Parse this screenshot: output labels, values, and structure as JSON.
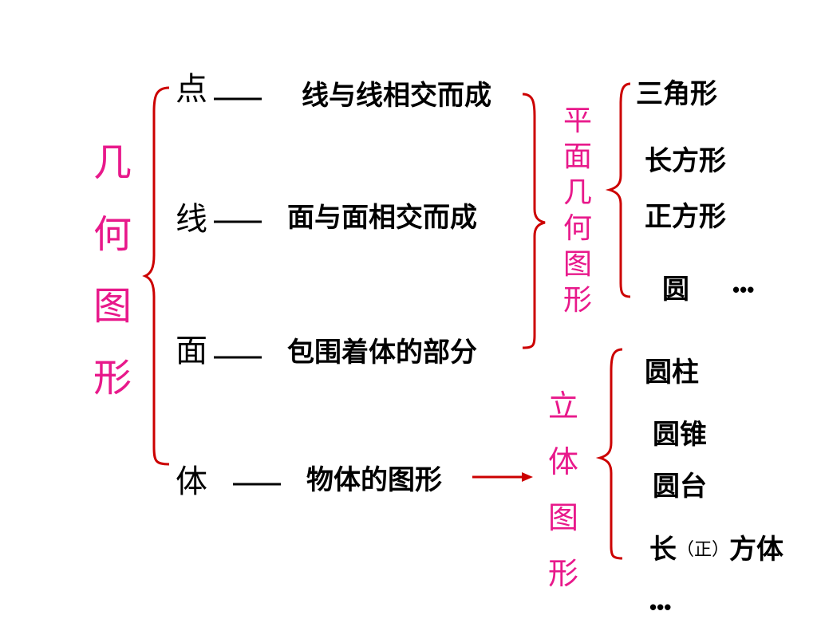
{
  "colors": {
    "accent": "#e8198b",
    "brace": "#cc0000",
    "text": "#000000"
  },
  "root": {
    "chars": [
      "几",
      "何",
      "图",
      "形"
    ]
  },
  "elements": [
    {
      "term": "点",
      "dash": "——",
      "desc": "线与线相交而成"
    },
    {
      "term": "线",
      "dash": "——",
      "desc": "面与面相交而成"
    },
    {
      "term": "面",
      "dash": "——",
      "desc": "包围着体的部分"
    },
    {
      "term": "体",
      "dash": "——",
      "desc": "物体的图形"
    }
  ],
  "plane": {
    "chars": [
      "平",
      "面",
      "几",
      "何",
      "图",
      "形"
    ],
    "items": [
      "三角形",
      "长方形",
      "正方形",
      "圆"
    ],
    "more": "•••"
  },
  "solid": {
    "chars": [
      "立",
      "体",
      "图",
      "形"
    ],
    "items": [
      "圆柱",
      "圆锥",
      "圆台"
    ],
    "cuboid": {
      "pre": "长",
      "paren": "（正）",
      "post": "方体"
    },
    "more": "•••"
  }
}
